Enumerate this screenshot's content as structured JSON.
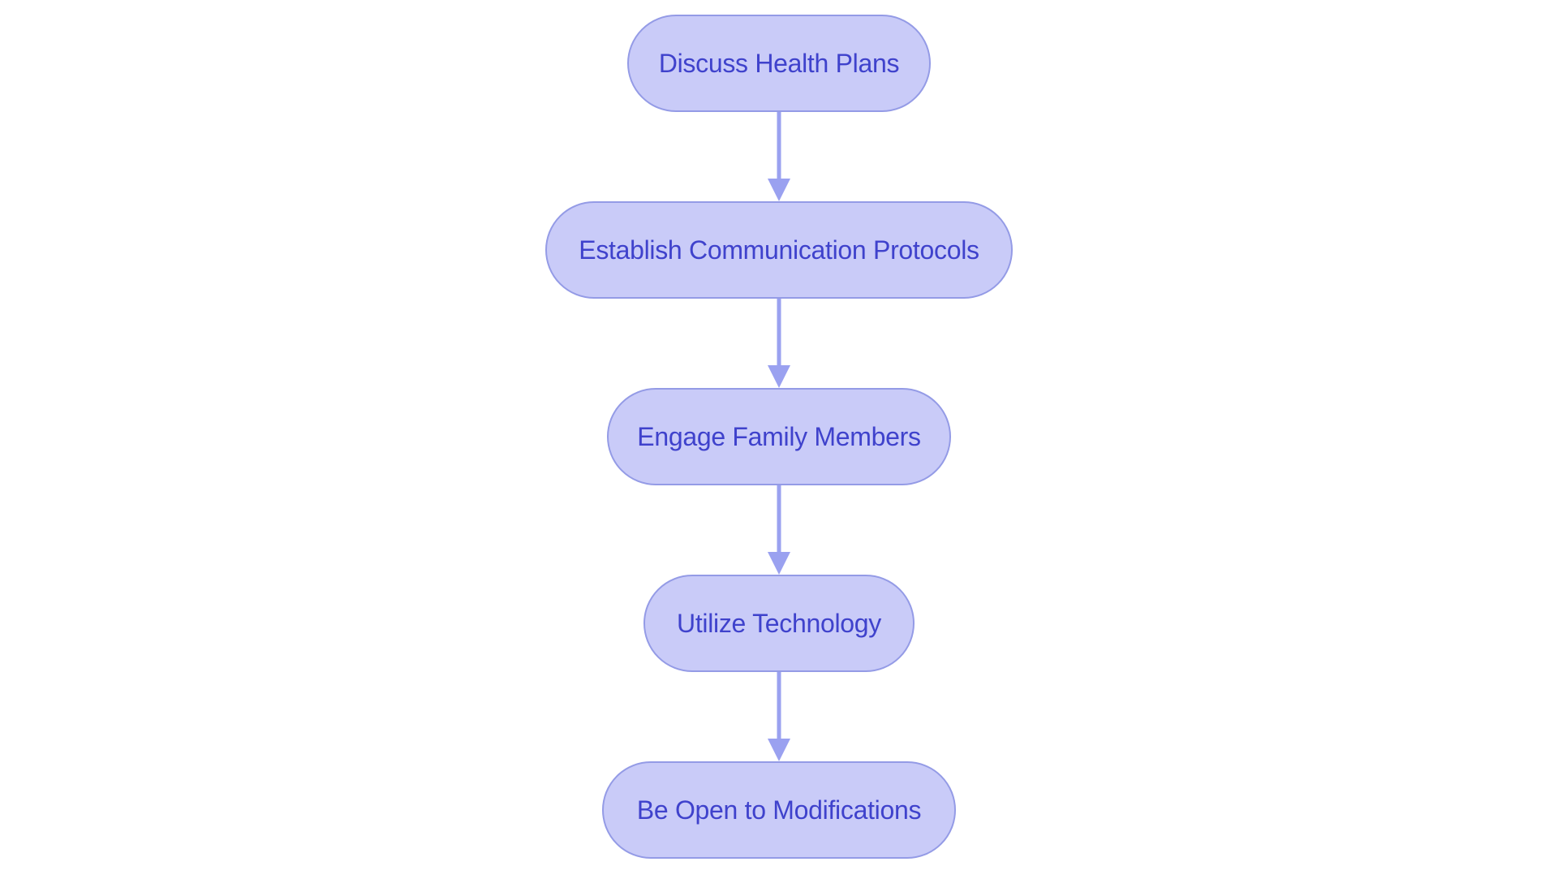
{
  "diagram": {
    "type": "flowchart",
    "direction": "top-down",
    "background": "#ffffff",
    "nodes": [
      {
        "id": "n1",
        "shape": "stadium",
        "label": "Discuss Health Plans"
      },
      {
        "id": "n2",
        "shape": "stadium",
        "label": "Establish Communication Protocols"
      },
      {
        "id": "n3",
        "shape": "stadium",
        "label": "Engage Family Members"
      },
      {
        "id": "n4",
        "shape": "stadium",
        "label": "Utilize Technology"
      },
      {
        "id": "n5",
        "shape": "stadium",
        "label": "Be Open to Modifications"
      }
    ],
    "edges": [
      {
        "from": "n1",
        "to": "n2",
        "style": "arrow-down"
      },
      {
        "from": "n2",
        "to": "n3",
        "style": "arrow-down"
      },
      {
        "from": "n3",
        "to": "n4",
        "style": "arrow-down"
      },
      {
        "from": "n4",
        "to": "n5",
        "style": "arrow-down"
      }
    ],
    "colors": {
      "node_fill": "#c9cbf8",
      "node_border": "#949be6",
      "node_text": "#3f42cc",
      "arrow": "#9aa1f0",
      "canvas_bg": "#ffffff"
    }
  }
}
